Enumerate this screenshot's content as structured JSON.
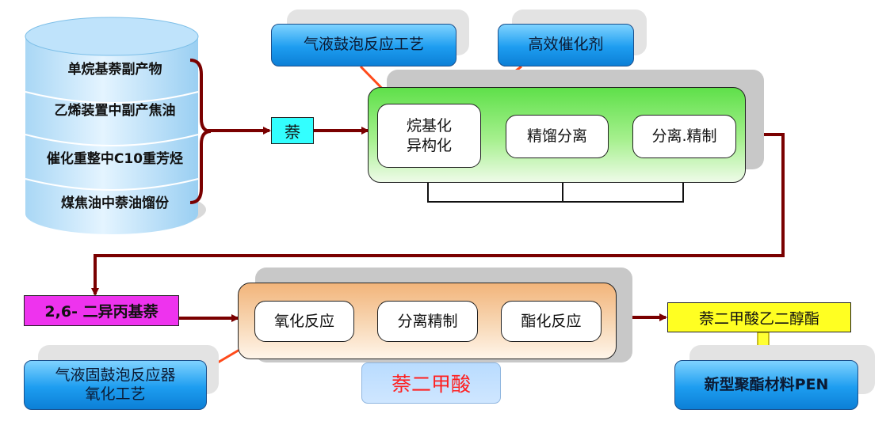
{
  "sources": [
    {
      "label": "单烷基萘副产物"
    },
    {
      "label": "乙烯装置中副产焦油"
    },
    {
      "label": "催化重整中C10重芳烃"
    },
    {
      "label": "煤焦油中萘油馏份"
    }
  ],
  "intermediate": {
    "label": "萘"
  },
  "process1": {
    "tech_label": "气液鼓泡反应工艺",
    "catalyst_label": "高效催化剂",
    "steps": [
      {
        "label": "烷基化\n异构化"
      },
      {
        "label": "精馏分离"
      },
      {
        "label": "分离.精制"
      }
    ]
  },
  "product1": {
    "label": "2,6- 二异丙基萘"
  },
  "process2": {
    "tech_label": "气液固鼓泡反应器\n氧化工艺",
    "steps": [
      {
        "label": "氧化反应"
      },
      {
        "label": "分离精制"
      },
      {
        "label": "酯化反应"
      }
    ],
    "product_label": "萘二甲酸"
  },
  "product2": {
    "label": "萘二甲酸乙二醇酯"
  },
  "final_product": {
    "label": "新型聚酯材料PEN"
  },
  "colors": {
    "arrow": "#7a0000",
    "highlight_arrow": "#ff4a1a",
    "process1_fill": "#6fe85a",
    "process2_fill": "#f6c99a",
    "intermediate_fill": "#33ffff",
    "product1_fill": "#ee33ee",
    "product2_fill": "#ffff22",
    "acid_text": "#ff1f1f"
  }
}
